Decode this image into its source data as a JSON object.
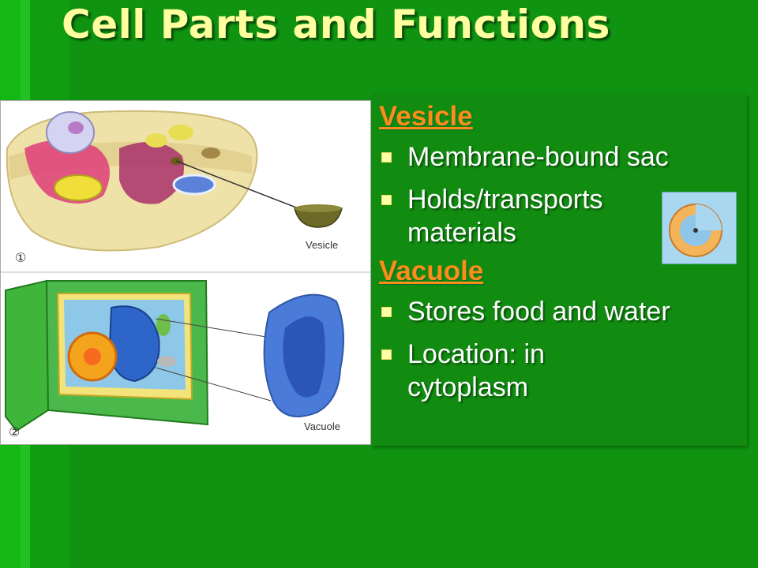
{
  "slide": {
    "title": "Cell Parts and Functions",
    "sections": [
      {
        "heading": "Vesicle",
        "bullets": [
          "Membrane-bound sac",
          "Holds/transports materials"
        ]
      },
      {
        "heading": "Vacuole",
        "bullets": [
          "Stores food and water",
          "Location:  in cytoplasm"
        ]
      }
    ]
  },
  "figure": {
    "panel1_number": "①",
    "panel1_label": "Vesicle",
    "panel2_number": "②",
    "panel2_label": "Vacuole"
  },
  "colors": {
    "background": "#1aa01a",
    "title": "#ffffa0",
    "heading": "#ff8c19",
    "bullet_text": "#ffffff"
  }
}
